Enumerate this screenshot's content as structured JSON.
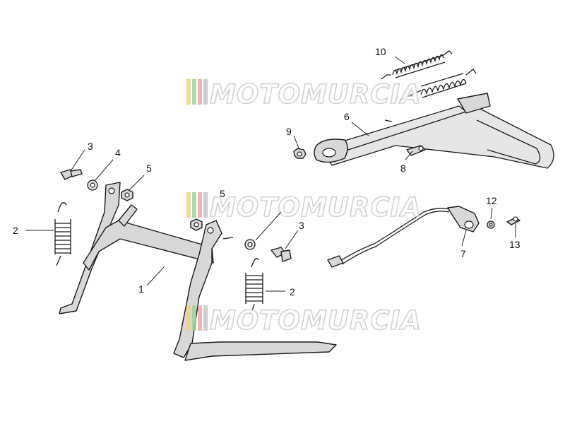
{
  "callouts": {
    "c1": "1",
    "c2a": "2",
    "c2b": "2",
    "c3a": "3",
    "c3b": "3",
    "c4": "4",
    "c5a": "5",
    "c5b": "5",
    "c6": "6",
    "c7": "7",
    "c8": "8",
    "c9": "9",
    "c10": "10",
    "c12": "12",
    "c13": "13"
  },
  "watermark": {
    "text": "MOTOMURCIA",
    "stripe_colors": [
      "#f3d28a",
      "#9fd39a",
      "#f2a7a7",
      "#c7c7c7"
    ]
  },
  "colors": {
    "part_fill": "#d8d8d8",
    "outline": "#1a1a1a",
    "background": "#ffffff"
  }
}
